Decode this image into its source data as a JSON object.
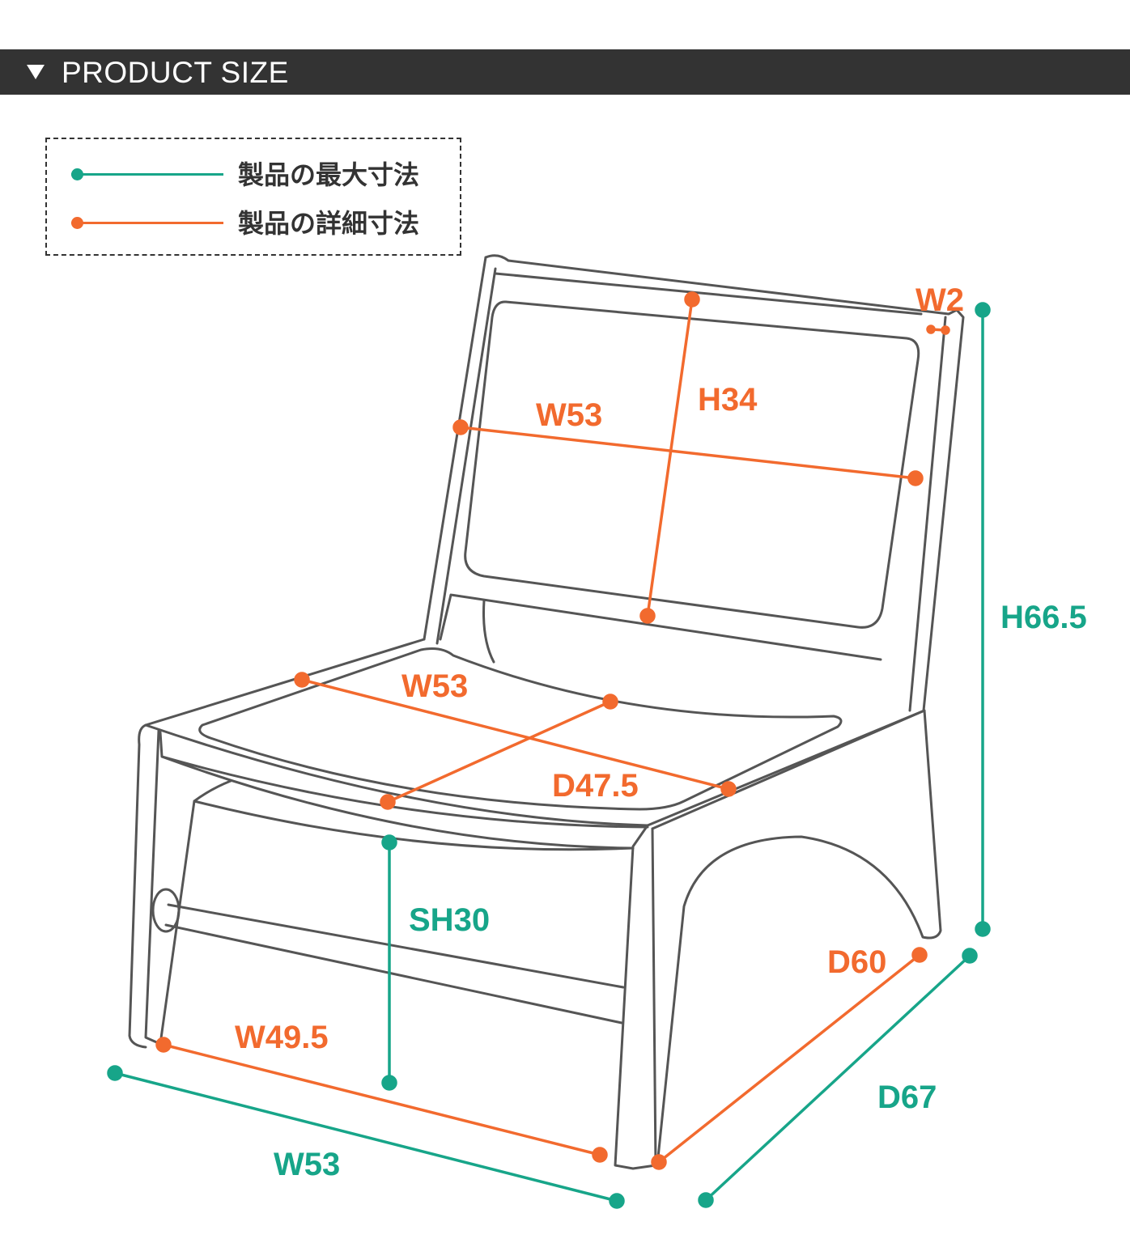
{
  "header": {
    "title": "PRODUCT SIZE"
  },
  "colors": {
    "max_dimension": "#17a589",
    "detail_dimension": "#f26a2e",
    "outline": "#555555",
    "header_bg": "#333333"
  },
  "legend": {
    "items": [
      {
        "label": "製品の最大寸法",
        "color_key": "max_dimension"
      },
      {
        "label": "製品の詳細寸法",
        "color_key": "detail_dimension"
      }
    ]
  },
  "dimensions": {
    "back_frame_width": "W2",
    "back_height": "H34",
    "back_width": "W53",
    "overall_height": "H66.5",
    "seat_width": "W53",
    "seat_depth": "D47.5",
    "seat_height": "SH30",
    "base_inner_depth": "D60",
    "base_inner_width": "W49.5",
    "overall_depth": "D67",
    "overall_width": "W53"
  }
}
